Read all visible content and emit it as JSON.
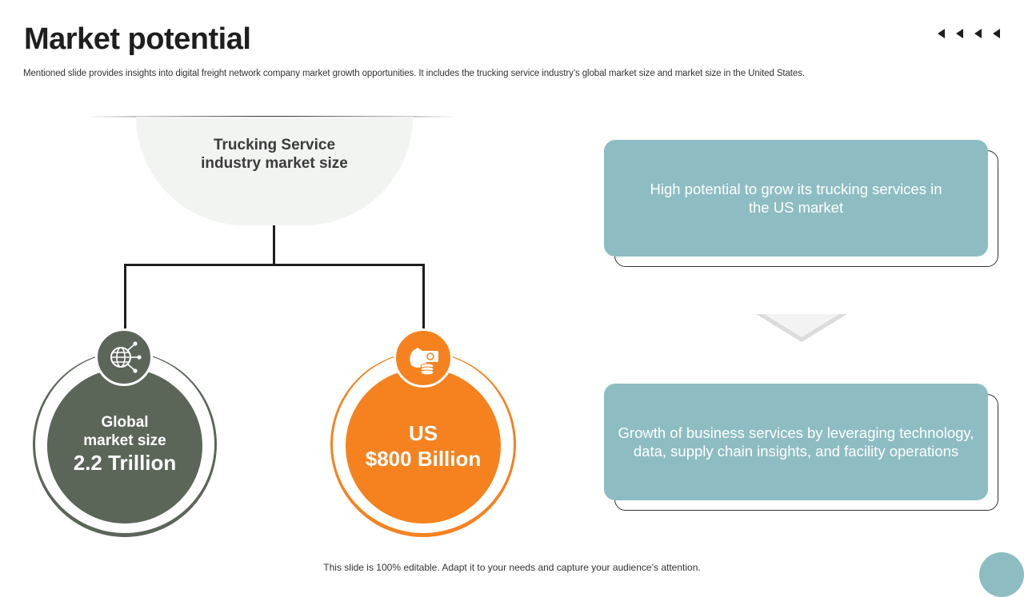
{
  "slide": {
    "title": "Market potential",
    "subtitle": "Mentioned slide provides insights into digital freight network company market growth opportunities. It includes the trucking service industry’s global market size and market size in the United States.",
    "footer": "This slide is 100% editable. Adapt it to your needs and capture your audience’s attention."
  },
  "tree": {
    "root": {
      "line1": "Trucking Service",
      "line2": "industry market size"
    },
    "global": {
      "line1": "Global",
      "line2": "market size",
      "value": "2.2 Trillion",
      "icon": "globe-network-icon",
      "color": "#5b6659"
    },
    "us": {
      "line1": "US",
      "value": "$800 Billion",
      "icon": "money-bag-icon",
      "color": "#f5821f"
    }
  },
  "cards": [
    {
      "text": "High potential to grow its trucking services in the US market"
    },
    {
      "text": "Growth of business services by leveraging technology, data, supply chain insights, and facility operations"
    }
  ],
  "colors": {
    "accent_teal": "#8dbdc2",
    "accent_orange": "#f5821f",
    "accent_green": "#5b6659"
  }
}
